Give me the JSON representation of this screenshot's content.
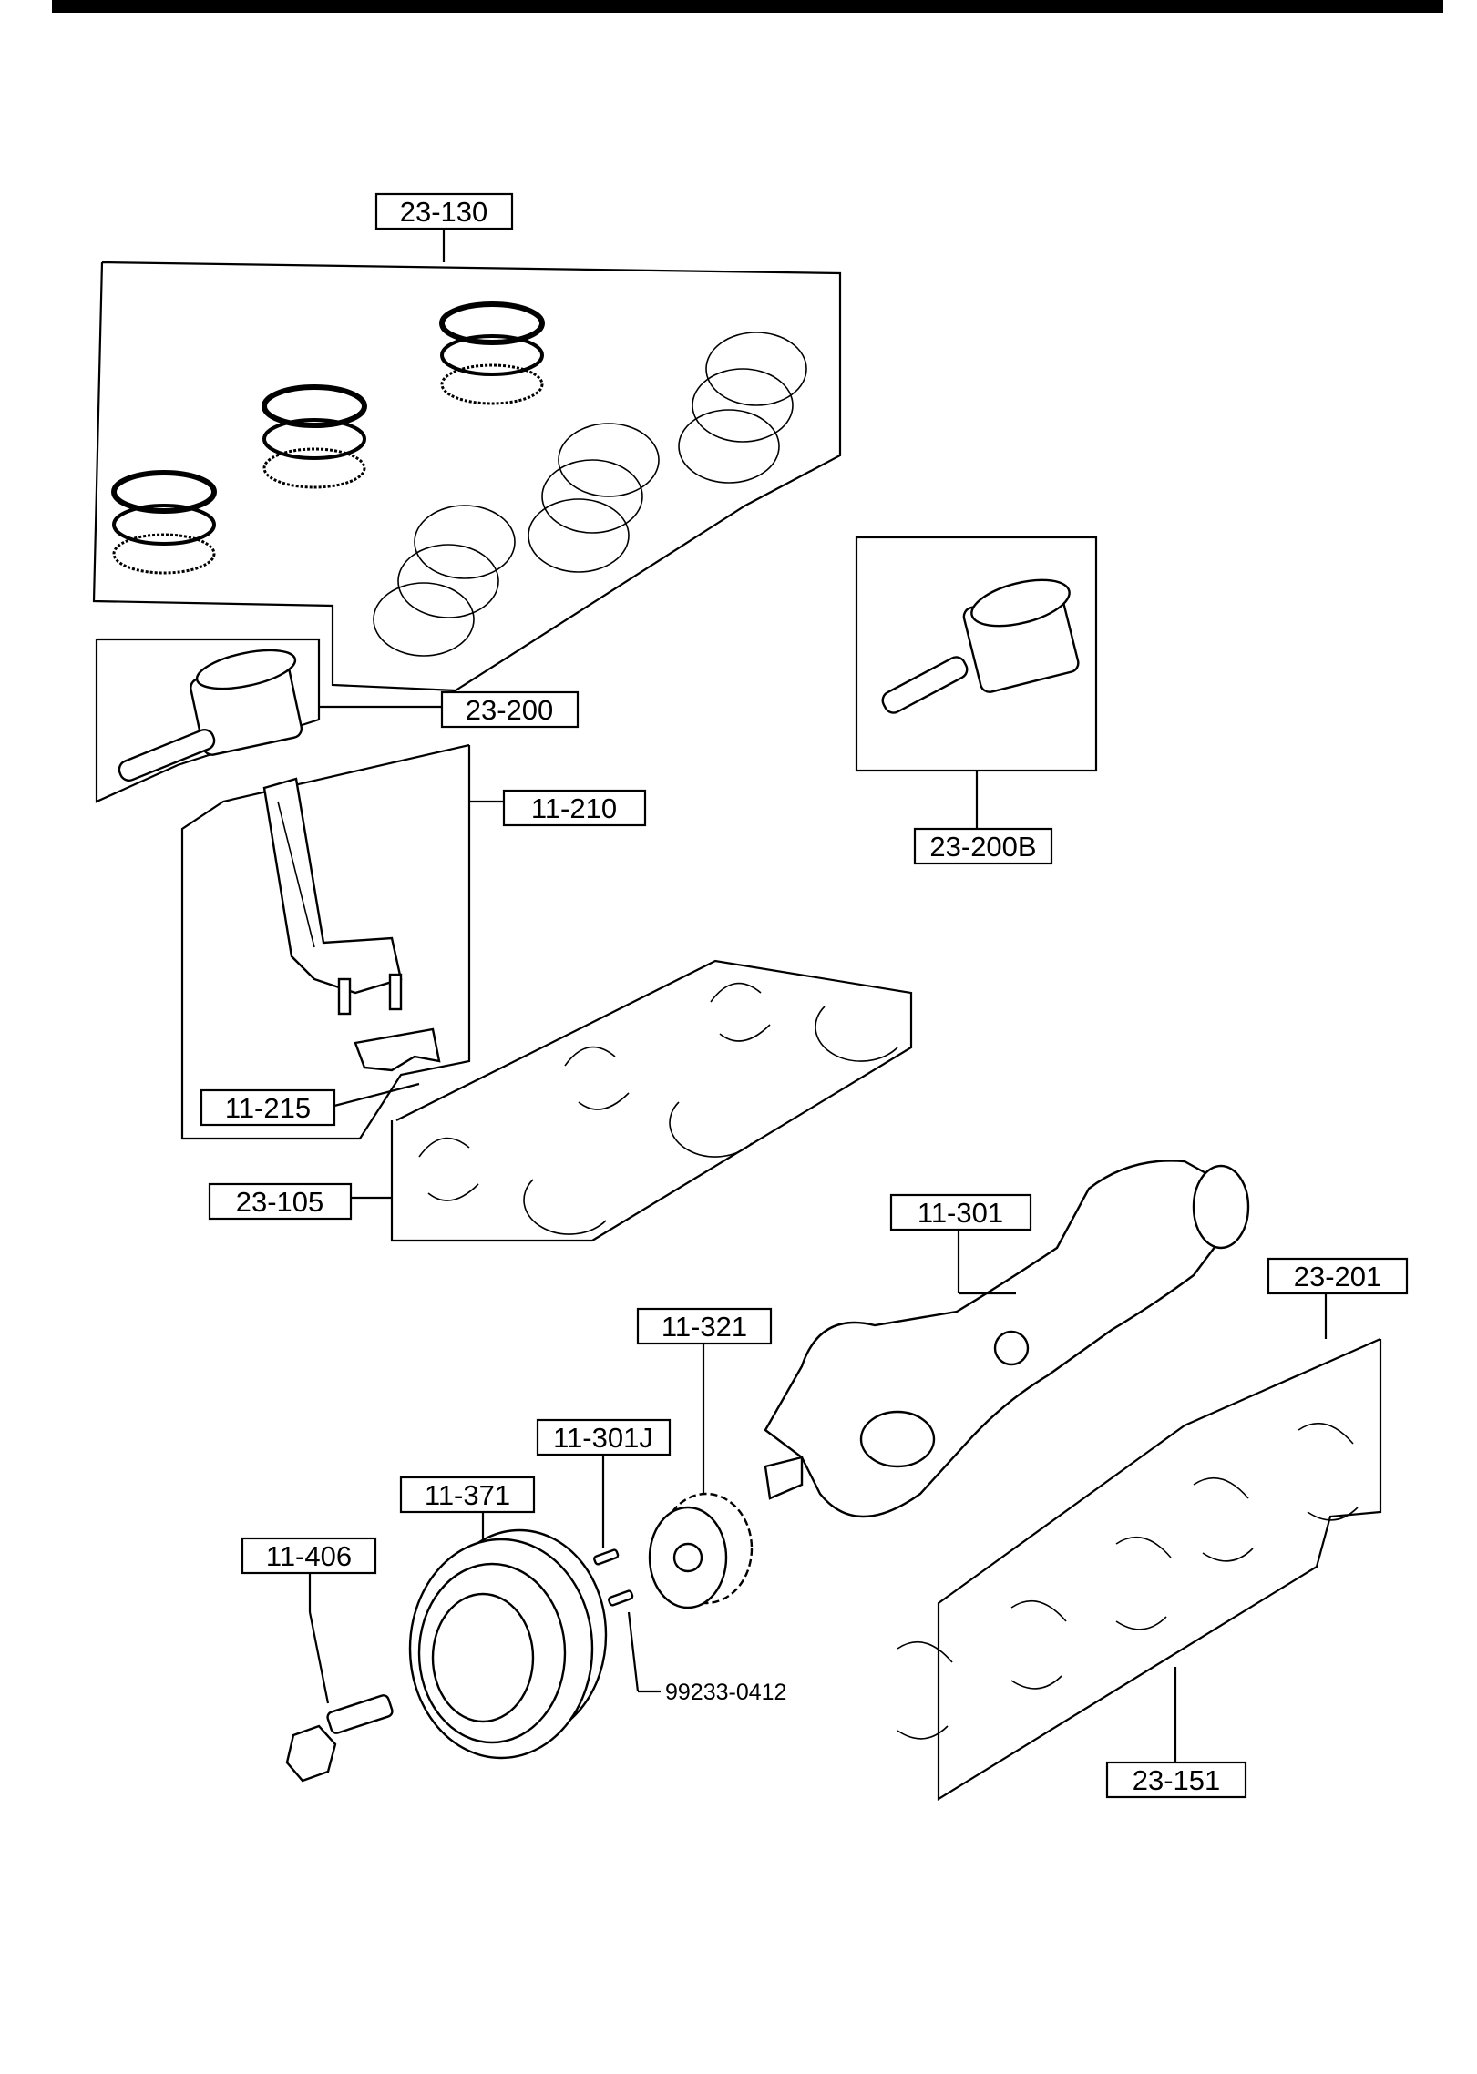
{
  "labels": {
    "l_23_130": "23-130",
    "l_23_200": "23-200",
    "l_23_200b": "23-200B",
    "l_11_210": "11-210",
    "l_11_215": "11-215",
    "l_23_105": "23-105",
    "l_11_301": "11-301",
    "l_23_201": "23-201",
    "l_11_321": "11-321",
    "l_11_301j": "11-301J",
    "l_11_371": "11-371",
    "l_11_406": "11-406",
    "l_99233_0412": "99233-0412",
    "l_23_151": "23-151"
  }
}
